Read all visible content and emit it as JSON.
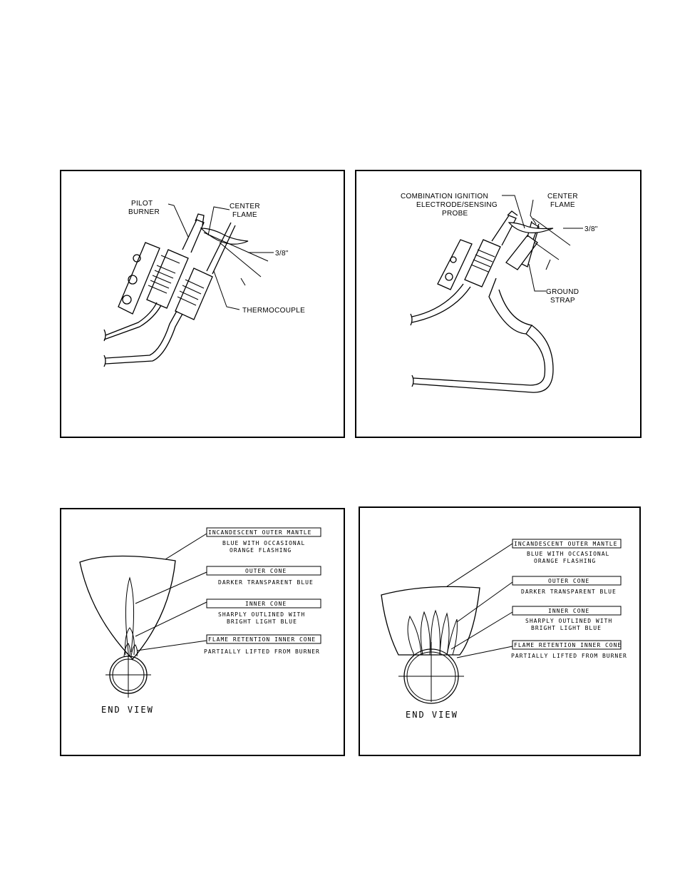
{
  "figure1": {
    "pilot_burner": [
      "PILOT",
      "BURNER"
    ],
    "center_flame": [
      "CENTER",
      "FLAME"
    ],
    "dimension": "3/8\"",
    "thermocouple": "THERMOCOUPLE"
  },
  "figure2": {
    "combination": [
      "COMBINATION IGNITION",
      "ELECTRODE/SENSING",
      "PROBE"
    ],
    "center_flame": [
      "CENTER",
      "FLAME"
    ],
    "dimension": "3/8\"",
    "ground_strap": [
      "GROUND",
      "STRAP"
    ]
  },
  "figure3": {
    "outer_mantle": "INCANDESCENT OUTER MANTLE",
    "outer_mantle_desc": [
      "BLUE WITH OCCASIONAL",
      "ORANGE FLASHING"
    ],
    "outer_cone": "OUTER CONE",
    "outer_cone_desc": "DARKER TRANSPARENT BLUE",
    "inner_cone": "INNER CONE",
    "inner_cone_desc": [
      "SHARPLY OUTLINED WITH",
      "BRIGHT LIGHT BLUE"
    ],
    "retention": "FLAME RETENTION INNER CONE",
    "retention_desc": "PARTIALLY LIFTED FROM BURNER",
    "end_view": "END VIEW"
  },
  "figure4": {
    "outer_mantle": "INCANDESCENT OUTER MANTLE",
    "outer_mantle_desc": [
      "BLUE WITH OCCASIONAL",
      "ORANGE FLASHING"
    ],
    "outer_cone": "OUTER CONE",
    "outer_cone_desc": "DARKER TRANSPARENT BLUE",
    "inner_cone": "INNER CONE",
    "inner_cone_desc": [
      "SHARPLY OUTLINED WITH",
      "BRIGHT LIGHT BLUE"
    ],
    "retention": "FLAME RETENTION INNER CONE",
    "retention_desc": "PARTIALLY LIFTED FROM BURNER",
    "end_view": "END VIEW"
  }
}
